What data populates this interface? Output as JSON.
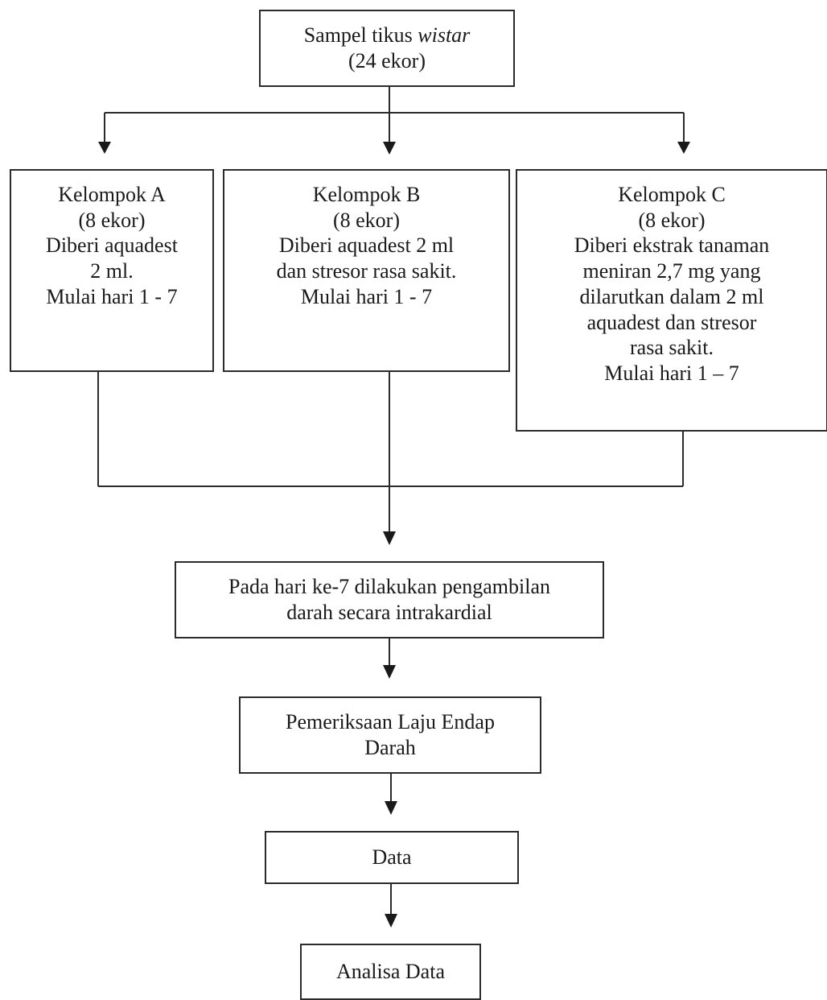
{
  "start": {
    "text": "Sampel tikus",
    "italic_text": "wistar",
    "count": "(24 ekor)"
  },
  "groups": [
    {
      "title": "Kelompok A",
      "count": "(8 ekor)",
      "lines": [
        "Diberi aquadest",
        "2 ml.",
        "Mulai hari 1 - 7"
      ]
    },
    {
      "title": "Kelompok B",
      "count": "(8 ekor)",
      "lines": [
        "Diberi aquadest 2 ml",
        "dan stresor rasa sakit.",
        "Mulai hari 1 - 7"
      ]
    },
    {
      "title": "Kelompok C",
      "count": "(8 ekor)",
      "lines": [
        "Diberi ekstrak tanaman",
        "meniran 2,7 mg yang",
        "dilarutkan dalam 2 ml",
        "aquadest dan stresor",
        "rasa sakit.",
        "Mulai hari 1 – 7"
      ]
    }
  ],
  "sampling": {
    "lines": [
      "Pada hari ke-7 dilakukan pengambilan",
      "darah secara intrakardial"
    ]
  },
  "led": {
    "lines": [
      "Pemeriksaan Laju Endap",
      "Darah"
    ]
  },
  "data_step": {
    "label": "Data"
  },
  "analysis": {
    "label": "Analisa Data"
  }
}
